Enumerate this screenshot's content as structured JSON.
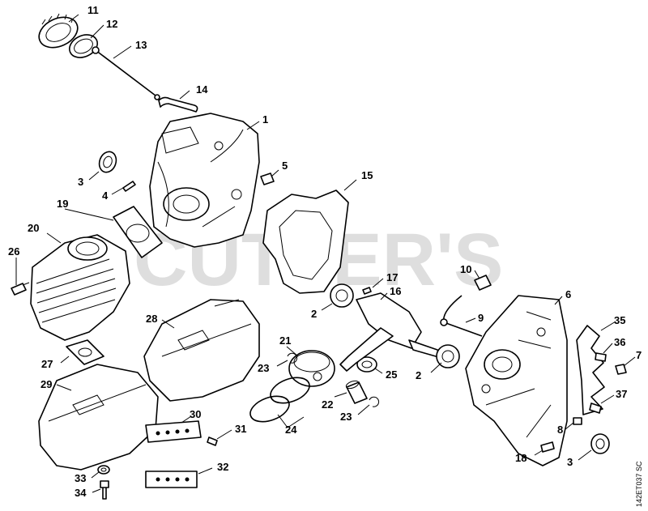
{
  "watermark": "CUTLER'S",
  "drawing_code": "142ET037 SC",
  "callouts": {
    "p1": "1",
    "p2a": "2",
    "p2b": "2",
    "p3a": "3",
    "p3b": "3",
    "p4": "4",
    "p5": "5",
    "p6": "6",
    "p7": "7",
    "p8": "8",
    "p9": "9",
    "p10": "10",
    "p11": "11",
    "p12": "12",
    "p13": "13",
    "p14": "14",
    "p15": "15",
    "p16": "16",
    "p17": "17",
    "p18": "18",
    "p19": "19",
    "p20": "20",
    "p21": "21",
    "p22": "22",
    "p23a": "23",
    "p23b": "23",
    "p24": "24",
    "p25": "25",
    "p26": "26",
    "p27": "27",
    "p28": "28",
    "p29": "29",
    "p30": "30",
    "p31": "31",
    "p32": "32",
    "p33": "33",
    "p34": "34",
    "p35": "35",
    "p36": "36",
    "p37": "37"
  }
}
